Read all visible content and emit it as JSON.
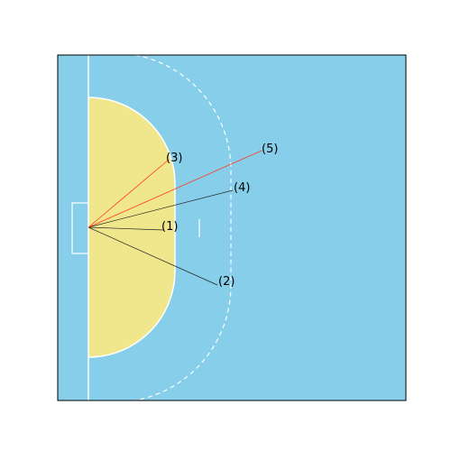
{
  "colors": {
    "court": "#87ceeb",
    "goal_area": "#f0e68c",
    "lines": "#ffffff",
    "frame": "#000000",
    "shot_red": "#ff3b1f",
    "shot_dark": "#222222",
    "label": "#000000"
  },
  "shots": [
    {
      "label": "(1)",
      "color": "dark"
    },
    {
      "label": "(2)",
      "color": "dark"
    },
    {
      "label": "(3)",
      "color": "red"
    },
    {
      "label": "(4)",
      "color": "dark"
    },
    {
      "label": "(5)",
      "color": "red"
    }
  ]
}
